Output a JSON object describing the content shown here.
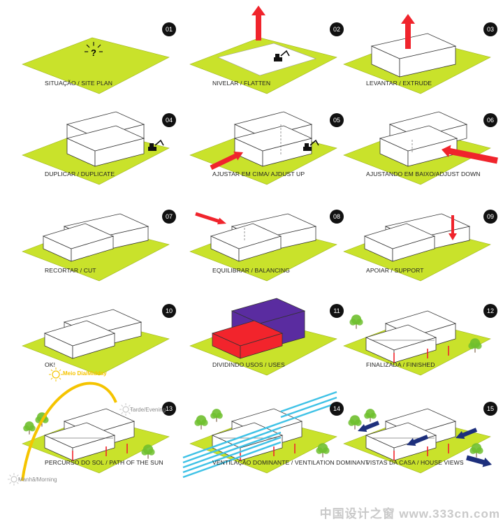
{
  "colors": {
    "terrain": "#c9e22b",
    "terrain_edge": "#9fb51c",
    "arrow_red": "#f0242c",
    "use_red": "#f2242c",
    "use_purple": "#5a2ca0",
    "wind_cyan": "#3fc2e6",
    "view_navy": "#1d2f7c",
    "sun_yellow": "#f5c400",
    "tree_green": "#6fbf2e"
  },
  "steps": [
    {
      "number": "01",
      "caption": "SITUAÇÃO / SITE PLAN",
      "icon": "question-mark-icon"
    },
    {
      "number": "02",
      "caption": "NIVELAR / FLATTEN",
      "icon": "excavator-icon"
    },
    {
      "number": "03",
      "caption": "LEVANTAR / EXTRUDE",
      "icon": "up-arrow-icon"
    },
    {
      "number": "04",
      "caption": "DUPLICAR / DUPLICATE",
      "icon": "excavator-icon"
    },
    {
      "number": "05",
      "caption": "AJUSTAR EM CIMA/ AJDUST UP",
      "icon": "push-arrow-icon"
    },
    {
      "number": "06",
      "caption": "AJUSTANDO EM BAIXO/ADJUST DOWN",
      "icon": "push-arrow-icon"
    },
    {
      "number": "07",
      "caption": "RECORTAR / CUT",
      "icon": ""
    },
    {
      "number": "08",
      "caption": "EQUILIBRAR / BALANCING",
      "icon": "push-arrow-icon"
    },
    {
      "number": "09",
      "caption": "APOIAR / SUPPORT",
      "icon": "down-arrow-icon"
    },
    {
      "number": "10",
      "caption": "OK!",
      "icon": ""
    },
    {
      "number": "11",
      "caption": "DIVIDINDO USOS / USES",
      "icon": ""
    },
    {
      "number": "12",
      "caption": "FINALIZADA / FINISHED",
      "icon": "tree-icon"
    },
    {
      "number": "13",
      "caption": "PERCURSO DO SOL / PATH OF THE SUN",
      "icon": "sun-icon"
    },
    {
      "number": "14",
      "caption": "VENTILAÇÃO DOMINANTE / VENTILATION DOMINANT",
      "icon": "wind-icon"
    },
    {
      "number": "15",
      "caption": "VISTAS DA CASA / HOUSE VIEWS",
      "icon": "view-arrow-icon"
    }
  ],
  "sun_path": {
    "midday": "Meio Dia/Midday",
    "evening": "Tarde/Evening",
    "morning": "Manhã/Morning"
  },
  "watermark": "中国设计之窗 www.333cn.com"
}
